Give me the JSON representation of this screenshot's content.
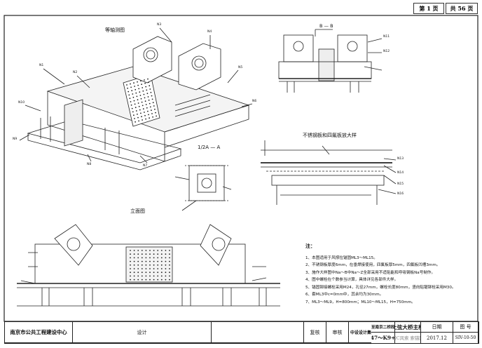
{
  "header": {
    "page_label": "第 1 页",
    "total_label": "共 56 页"
  },
  "views": {
    "iso_title": "等轴测图",
    "section_bb": "B — B",
    "section_2a": "1/2A — A",
    "detail_title": "不锈钢板和四氟板放大样",
    "elevation_title": "立面图"
  },
  "callouts": {
    "n1": "N1",
    "n2": "N2",
    "n3": "N3",
    "n4": "N4",
    "n5": "N5",
    "n6": "N6",
    "n7": "N7",
    "n8": "N8",
    "n9": "N9",
    "n10": "N10",
    "n11": "N11",
    "n12": "N12",
    "n13": "N13",
    "n14": "N14",
    "n15": "N15",
    "n16": "N16"
  },
  "notes": {
    "title": "注：",
    "items": [
      "1、本图适用于风撑拉锚固ML3～ML15。",
      "2、不锈钢板厚度6mm，在垂焊接使用，四氟板厚5mm，四氟板凹槽3mm。",
      "3、施作大样图中Na～B中Na～Z全部采用不适贴能和呼吸钢板Na号制作。",
      "4、图中螺栓在个数参当计算，具体详见各部件大样。",
      "5、锚固铆接螺栓采用M24，孔径27mm，螺栓长度80mm，竖向贴锯铆栓采用M30。",
      "6、套ML3中c=0mm中，其余均为30mm。",
      "7、ML3～ML9，H=800mm；ML10～ML15，H=750mm。"
    ]
  },
  "titleblock": {
    "company_left": "南京市公共工程建设中心",
    "project_line1": "104国道浦洞立交至南京二桥段（浦仪公路西段）",
    "project_line2": "K4+189.147～K9+451.273段",
    "drawing_title": "上弦大桥主桥",
    "drawing_subtitle": "斜拉索C风索 索锚固构造",
    "design_label": "设计",
    "review_label": "复核",
    "audit_label": "审核",
    "date_label": "日期",
    "date_value": "2017.12",
    "drawing_no_label": "图 号",
    "drawing_no_value": "SIV-10-50",
    "company_right": "中设设计集团股份有限公司"
  }
}
